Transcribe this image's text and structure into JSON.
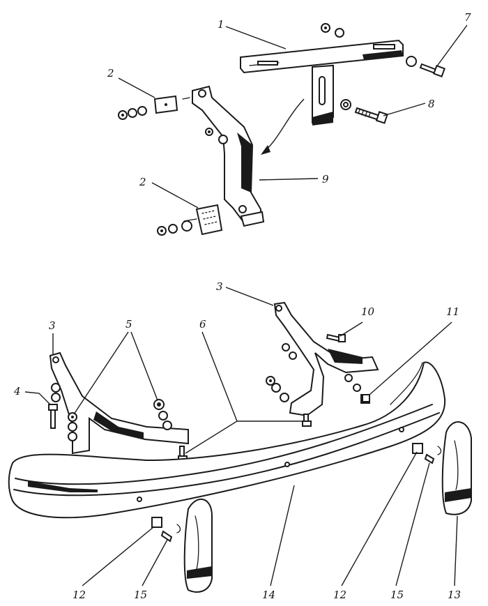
{
  "callouts": {
    "c1": "1",
    "c2a": "2",
    "c2b": "2",
    "c3a": "3",
    "c3b": "3",
    "c4": "4",
    "c5": "5",
    "c6": "6",
    "c7": "7",
    "c8": "8",
    "c9": "9",
    "c10": "10",
    "c11": "11",
    "c12a": "12",
    "c12b": "12",
    "c13": "13",
    "c14": "14",
    "c15a": "15",
    "c15b": "15"
  },
  "colors": {
    "ink": "#1a1a1a",
    "paper": "#ffffff"
  }
}
